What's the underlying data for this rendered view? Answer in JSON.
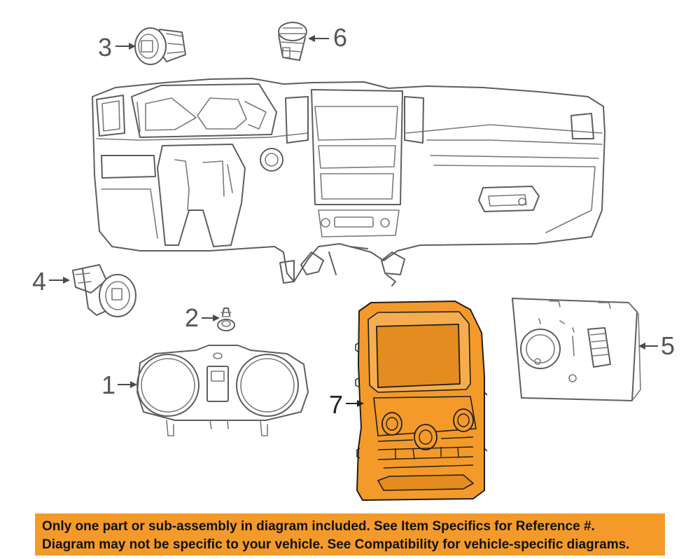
{
  "callouts": {
    "c1": "1",
    "c2": "2",
    "c3": "3",
    "c4": "4",
    "c5": "5",
    "c6": "6",
    "c7": "7"
  },
  "highlight_color": "#f39a2a",
  "disclaimer": {
    "line1": "Only one part or sub-assembly in diagram included. See Item Specifics for Reference #.",
    "line2": "Diagram may not be specific to your vehicle. See Compatibility for vehicle-specific diagrams."
  }
}
